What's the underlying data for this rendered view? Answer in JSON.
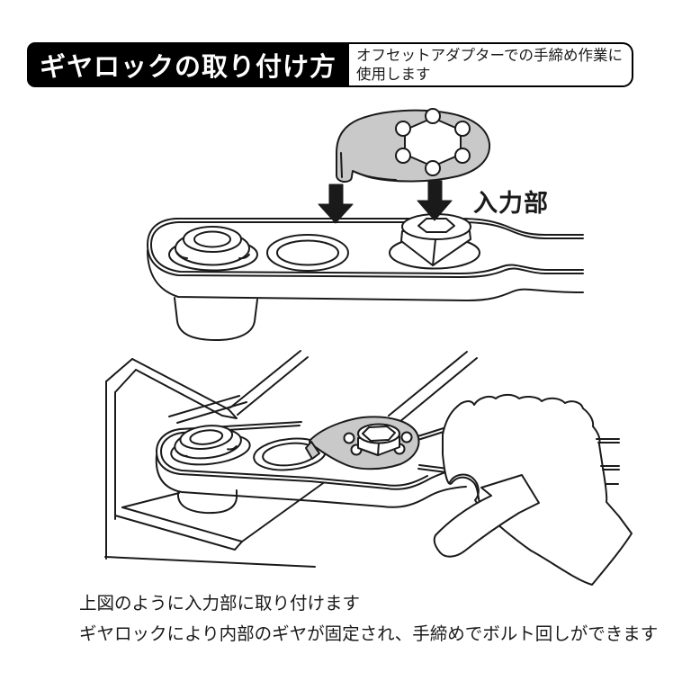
{
  "header": {
    "title": "ギヤロックの取り付け方",
    "note_line1": "オフセットアダプターでの手締め作業に",
    "note_line2": "使用します"
  },
  "diagram": {
    "input_label": "入力部"
  },
  "caption": {
    "line1": "上図のように入力部に取り付けます",
    "line2": "ギヤロックにより内部のギヤが固定され、手締めでボルト回しができます"
  },
  "colors": {
    "header_bg": "#000000",
    "header_text": "#ffffff",
    "note_border": "#000000",
    "tool_fill": "#c9c9c9",
    "line": "#1a1a1a",
    "text": "#1a1a1a"
  }
}
